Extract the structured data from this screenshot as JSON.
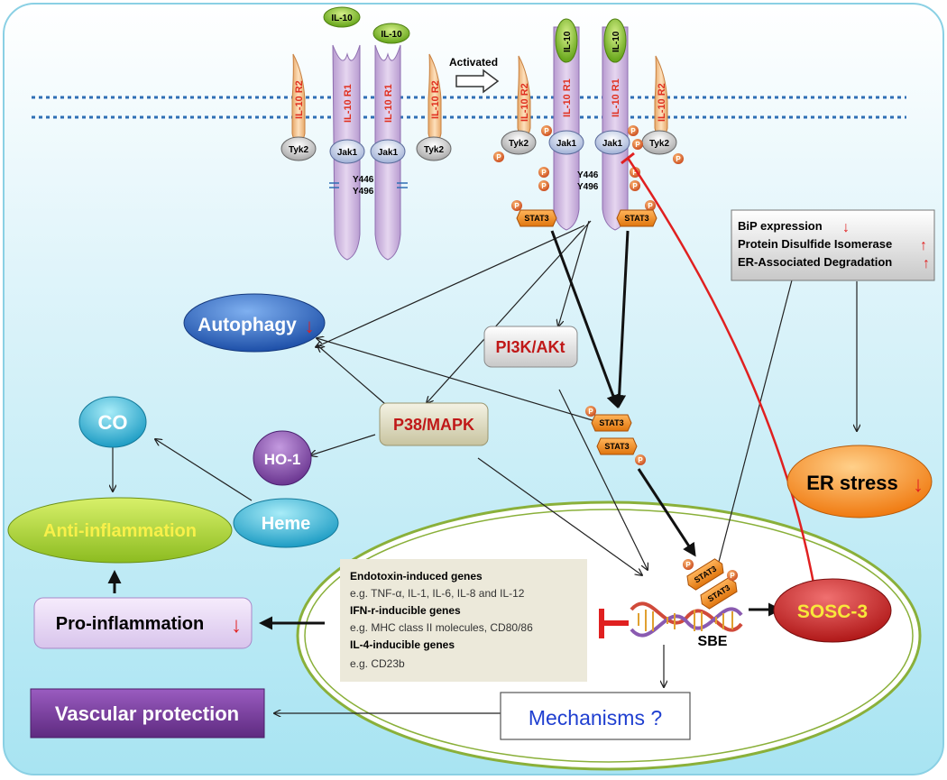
{
  "ligand": "IL-10",
  "activated_label": "Activated",
  "receptor_r1": "IL-10 R1",
  "receptor_r2": "IL-10 R2",
  "jak": "Jak1",
  "tyk": "Tyk2",
  "p": "P",
  "y446": "Y446",
  "y496": "Y496",
  "stat3": "STAT3",
  "nodes": {
    "autophagy": "Autophagy",
    "pi3k": "PI3K/AKt",
    "p38": "P38/MAPK",
    "co": "CO",
    "ho1": "HO-1",
    "heme": "Heme",
    "anti_inflammation": "Anti-inflammation",
    "pro_inflammation": "Pro-inflammation",
    "vascular_protection": "Vascular protection",
    "mechanisms": "Mechanisms ?",
    "sosc3": "SOSC-3",
    "er_stress": "ER stress",
    "sbe": "SBE"
  },
  "down_arrow": "↓",
  "up_arrow": "↑",
  "er_box": {
    "line1": "BiP expression",
    "line2": "Protein Disulfide Isomerase",
    "line3": "ER-Associated Degradation"
  },
  "genes": {
    "h1": "Endotoxin-induced genes",
    "d1": "e.g. TNF-α, IL-1, IL-6, IL-8 and IL-12",
    "h2": "IFN-r-inducible genes",
    "d2": "e.g. MHC class II molecules, CD80/86",
    "h3": "IL-4-inducible genes",
    "d3": "e.g. CD23b"
  },
  "colors": {
    "panel_top": "#ffffff",
    "panel_bottom": "#a8e4f2",
    "membrane": "#2f6fb5",
    "r1": "#c8a8d8",
    "r2": "#f4c48c",
    "ligand": "#7cbb2a",
    "stat3": "#f08c1a",
    "phospho": "#e8641a",
    "inhibit": "#e02020",
    "orange_node": "#f7941d",
    "red_node": "#cc1f1f",
    "purple_box": "#7b3f99",
    "blue_node": "#1f5fb5"
  }
}
